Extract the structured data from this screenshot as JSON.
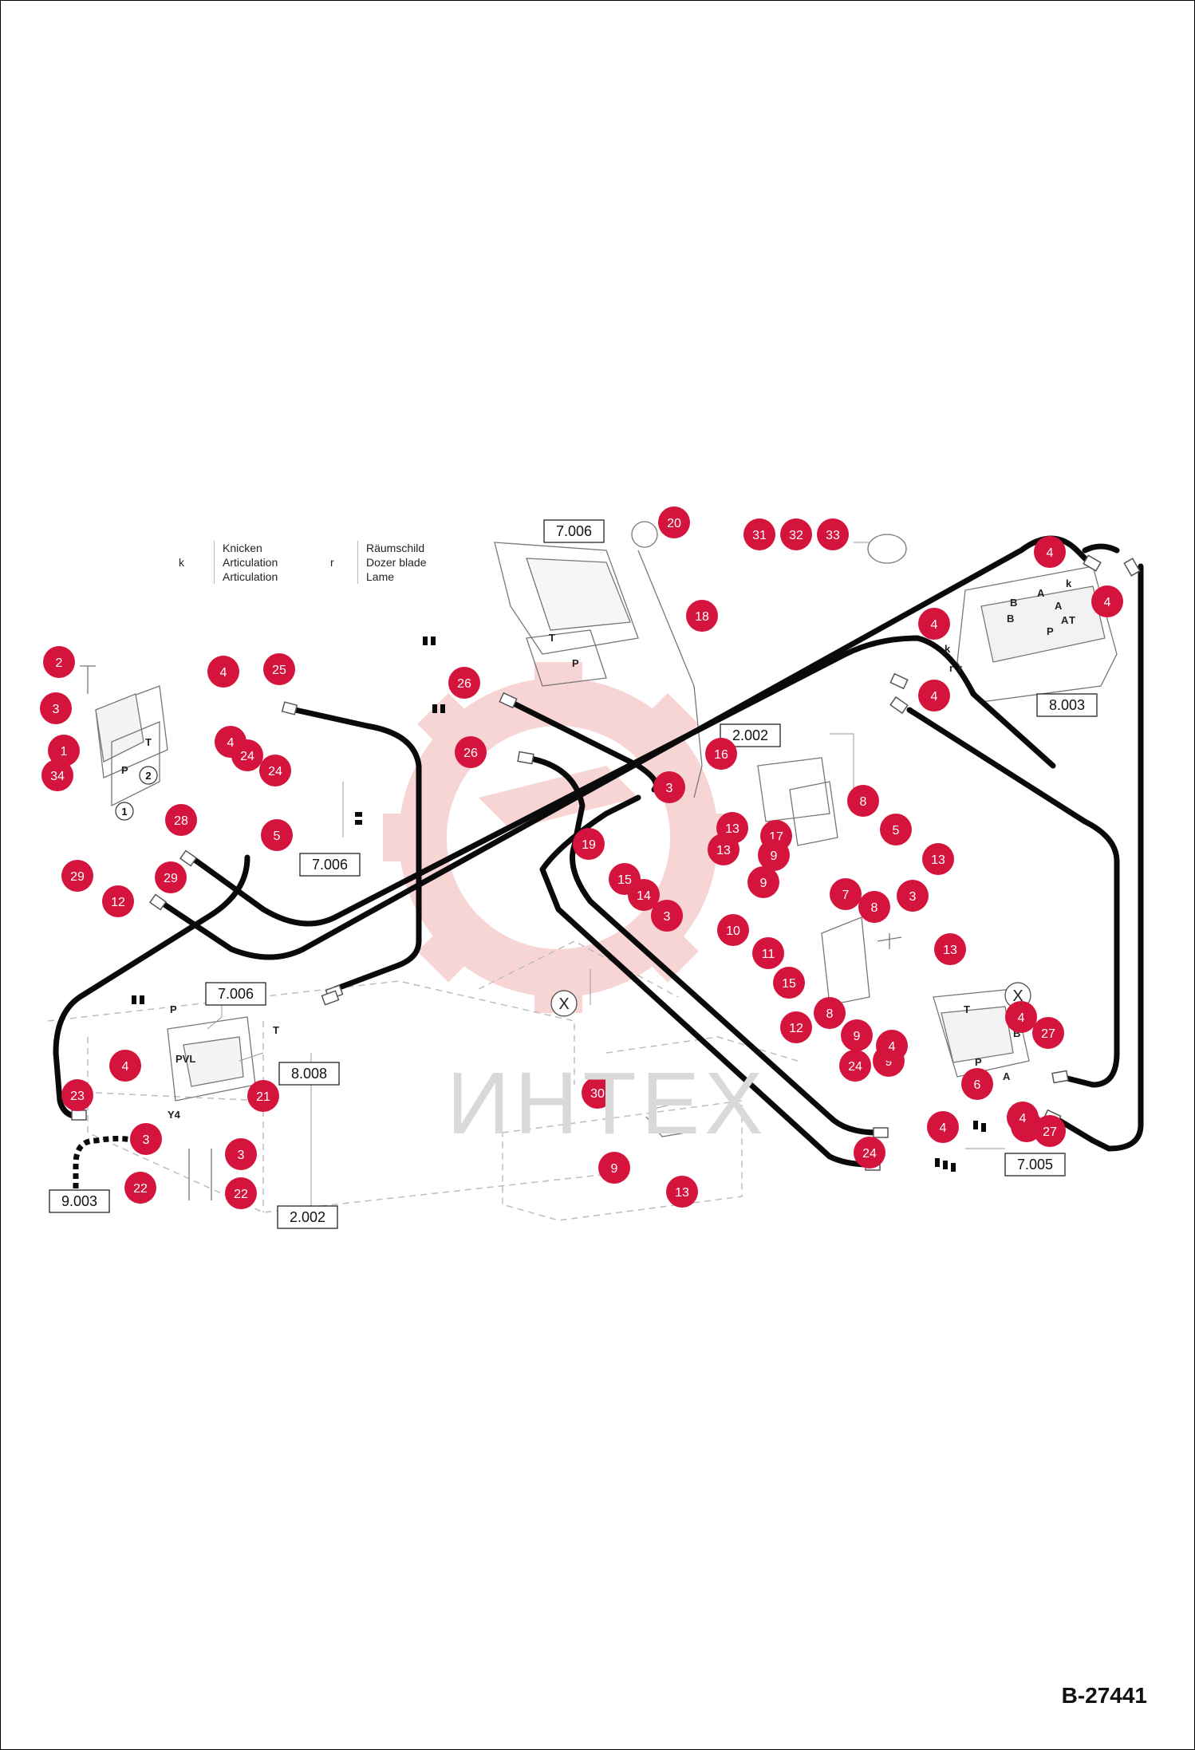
{
  "doc_id": "B-27441",
  "watermark": "ИНТЕХ",
  "legend": {
    "articulation": {
      "key": "k",
      "lines": [
        "Knicken",
        "Articulation",
        "Articulation"
      ]
    },
    "dozer": {
      "key": "r",
      "lines": [
        "Räumschild",
        "Dozer blade",
        "Lame"
      ]
    }
  },
  "colors": {
    "callout": "#d4143c",
    "hose": "#0a0a0a",
    "watermark": "#f3b3b3",
    "line": "#888888"
  },
  "refs": [
    "7.006",
    "8.003",
    "2.002",
    "7.006",
    "7.006",
    "8.008",
    "9.003",
    "2.002",
    "7.005"
  ],
  "port_labels": [
    "T",
    "P",
    "T",
    "P",
    "PVL",
    "Y4",
    "P",
    "T",
    "B",
    "B",
    "A",
    "A",
    "A",
    "T",
    "P",
    "k",
    "r",
    "T",
    "P",
    "B",
    "A",
    "k",
    "r"
  ],
  "circle_markers": [
    "1",
    "2"
  ],
  "x_markers": [
    "X",
    "X"
  ],
  "callouts": [
    "20",
    "31",
    "32",
    "33",
    "4",
    "4",
    "4",
    "4",
    "18",
    "2",
    "4",
    "25",
    "26",
    "3",
    "26",
    "1",
    "34",
    "4",
    "24",
    "24",
    "16",
    "3",
    "19",
    "13",
    "17",
    "9",
    "8",
    "5",
    "28",
    "5",
    "29",
    "29",
    "12",
    "15",
    "14",
    "3",
    "13",
    "9",
    "13",
    "7",
    "8",
    "3",
    "13",
    "10",
    "11",
    "9",
    "15",
    "4",
    "8",
    "12",
    "9",
    "24",
    "4",
    "4",
    "27",
    "6",
    "4",
    "23",
    "21",
    "30",
    "3",
    "24",
    "4",
    "4",
    "27",
    "22",
    "3",
    "22",
    "9",
    "13"
  ]
}
